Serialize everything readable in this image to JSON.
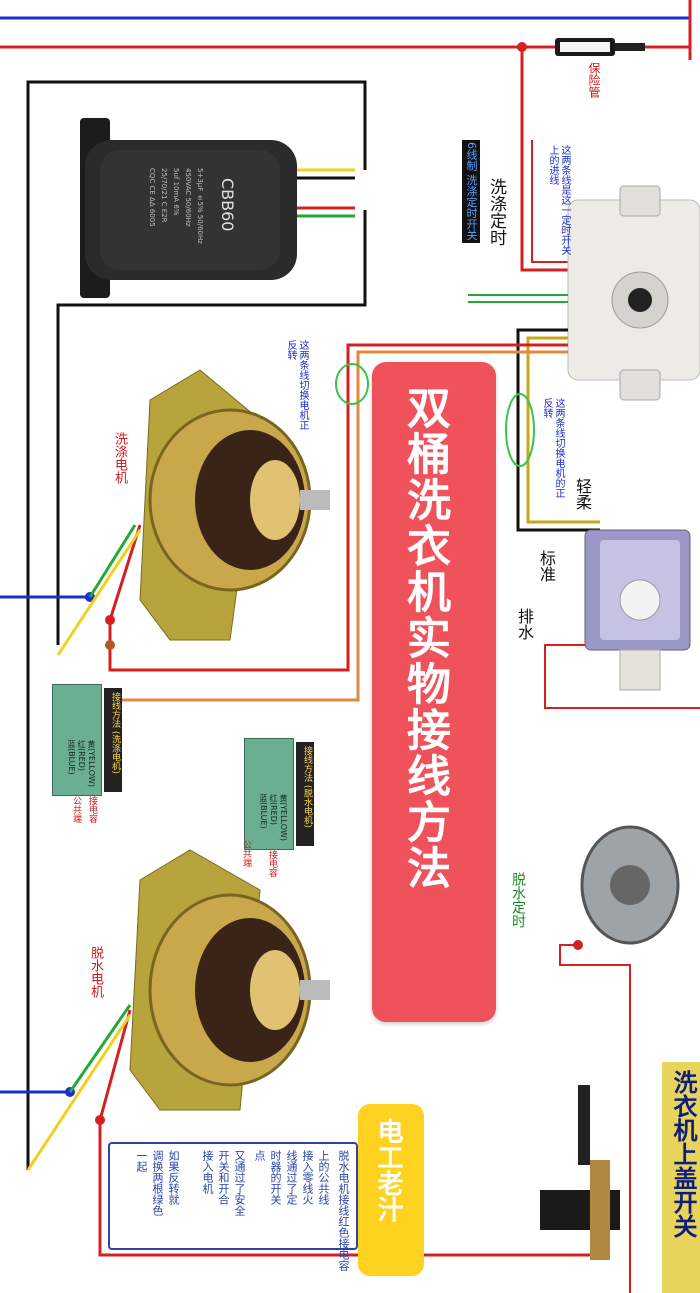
{
  "title": "双桶洗衣机实物接线方法",
  "badge": "电工老汁",
  "capacitor_label": "CBB60",
  "capacitor_specs": [
    "5+3μF ±5% 50/60Hz",
    "450VAC 50/60Hz",
    "5uf 10mA 6%",
    "25/70/21 C E2R",
    "CQC CE ΔΔ 6005"
  ],
  "top_card": "洗衣机上盖开关",
  "labels": {
    "fuse": "保险管",
    "wash_timer": "洗涤定时",
    "wash_timer_note": "6线制 洗涤定时开关",
    "wash_motor": "洗涤电机",
    "spin_motor": "脱水电机",
    "spin_timer": "脱水定时",
    "soft": "轻柔",
    "standard": "标准",
    "drain": "排水",
    "hint_top": "这两条线是这一定时开关上的进线",
    "hint_left": "这两条线切换电机正反转",
    "hint_mid": "这两条线切换电机的正反转",
    "legend1_head": "接线方法 (洗涤电机)",
    "legend2_head": "接线方法 (脱水电机)",
    "legend_lines": [
      "黄(YELLOW)",
      "红(RED)",
      "蓝(BLUE)",
      "公共端"
    ],
    "legend_side": [
      "接电容",
      "接电容"
    ],
    "note_lines": [
      "脱水电机接线红色接电容",
      "上的公共线",
      "接入零线火",
      "线通过了定",
      "时器的开关",
      "点",
      "又通过了安全",
      "开关和开合",
      "接入电机",
      "如果反转就",
      "调换两根绿色",
      "一起"
    ]
  },
  "colors": {
    "live": "#d42020",
    "neutral": "#1a2fd0",
    "wire_black": "#111111",
    "wire_yellow": "#f0d020",
    "wire_green": "#22aa33",
    "wire_orange": "#e08a40",
    "title_bg": "#f0525b",
    "badge_bg": "#ffd21f"
  }
}
